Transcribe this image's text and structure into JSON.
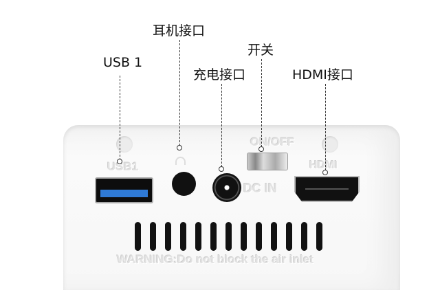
{
  "callouts": {
    "usb": "USB 1",
    "headphone": "耳机接口",
    "charging": "充电接口",
    "switch": "开关",
    "hdmi": "HDMI接口"
  },
  "device_markings": {
    "usb": "USB1",
    "switch": "ON/OFF",
    "dc": "DC IN",
    "hdmi": "HDMI",
    "warning": "WARNING:Do not block the air inlet"
  },
  "colors": {
    "usb_port": "#2f7ad6",
    "body": "#f6f6f6"
  },
  "vent_count": 13
}
